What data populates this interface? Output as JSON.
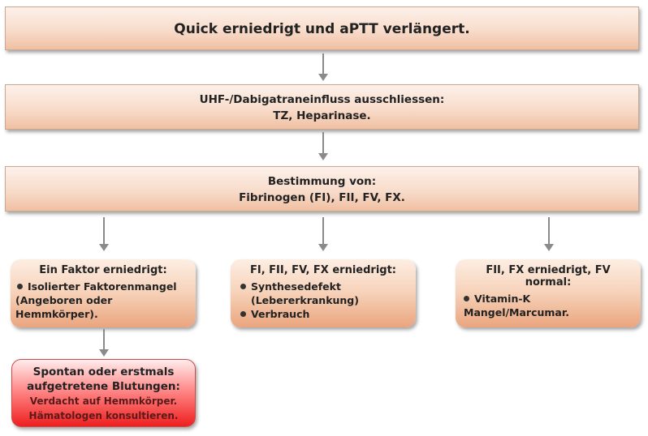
{
  "boxes": {
    "top": "Quick erniedrigt und aPTT verlängert.",
    "second": {
      "title": "UHF-/Dabigatraneinfluss ausschliessen:",
      "subtitle": "TZ, Heparinase."
    },
    "third": {
      "title": "Bestimmung von:",
      "subtitle": "Fibrinogen (FI), FII, FV, FX."
    },
    "left": {
      "title": "Ein Faktor erniedrigt:",
      "items": [
        "Isolierter Faktorenmangel",
        "(Angeboren oder Hemmkörper)."
      ]
    },
    "middle": {
      "title": "FI, FII, FV, FX erniedrigt:",
      "items": [
        "Synthesedefekt",
        "(Lebererkrankung)",
        "Verbrauch"
      ]
    },
    "right": {
      "title": "FII, FX erniedrigt, FV normal:",
      "items": [
        "Vitamin-K Mangel/Marcumar."
      ]
    },
    "bottom": {
      "line1": "Spontan oder erstmals",
      "line2": "aufgetretene Blutungen:",
      "line3": "Verdacht auf Hemmkörper.",
      "line4": "Hämatologen konsultieren."
    }
  },
  "colors": {
    "box_fill": "#f6d1b8",
    "alert_fill": "#ef1f1f",
    "arrow": "#8a8a8a"
  }
}
